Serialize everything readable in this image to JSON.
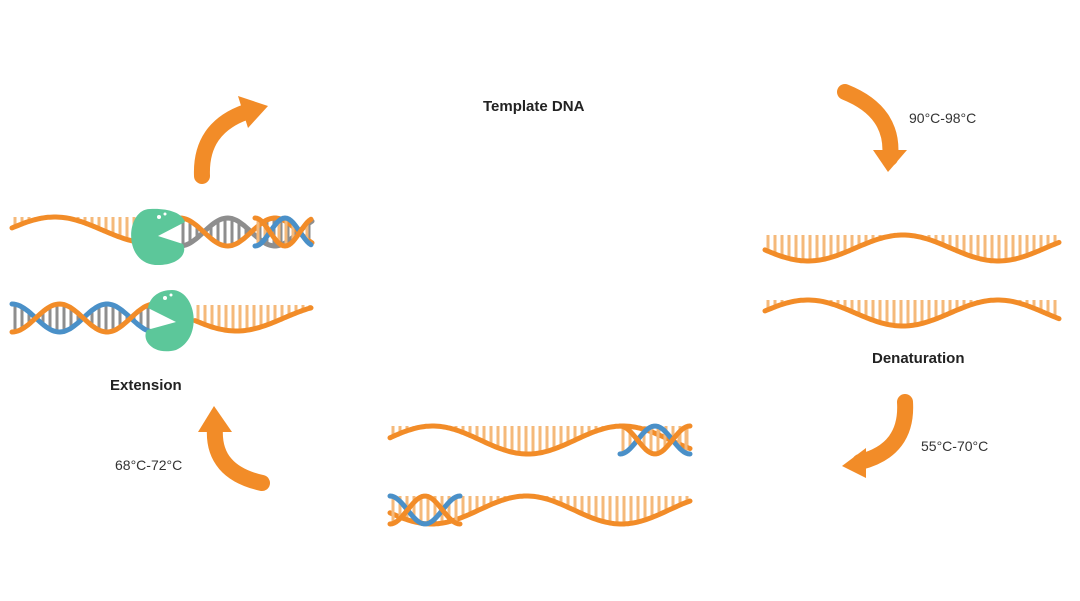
{
  "labels": {
    "template": "Template DNA",
    "denaturation": "Denaturation",
    "extension": "Extension"
  },
  "temperatures": {
    "denaturation": "90°C-98°C",
    "annealing": "55°C-70°C",
    "extension": "68°C-72°C"
  },
  "colors": {
    "strand": "#F28C28",
    "rung": "#F5B97A",
    "primer": "#4A90C8",
    "new_strand": "#8E8E8E",
    "polymerase": "#5CC79A",
    "arrow": "#F28C28"
  },
  "icons": [
    "arrow-icon",
    "polymerase-icon",
    "dna-helix-icon"
  ]
}
